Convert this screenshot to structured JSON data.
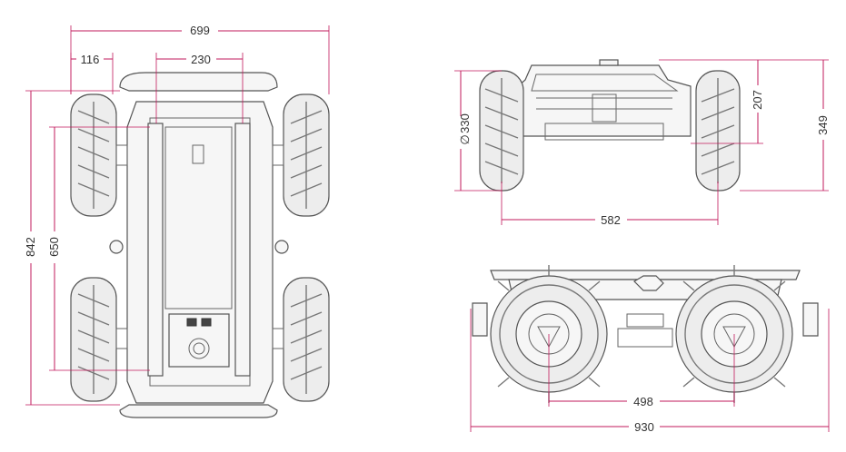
{
  "dimensions": {
    "top_overall_width": "699",
    "top_track_width": "230",
    "top_wheel_width": "116",
    "top_overall_length": "842",
    "top_wheelbase": "650",
    "front_tire_diameter": "330",
    "front_track": "582",
    "front_height_top": "207",
    "front_overall_height": "349",
    "side_wheelbase": "498",
    "side_overall_length": "930"
  },
  "symbols": {
    "diameter_symbol": "∅"
  },
  "colors": {
    "dimension_line": "#c2185b",
    "outline": "#555555"
  }
}
